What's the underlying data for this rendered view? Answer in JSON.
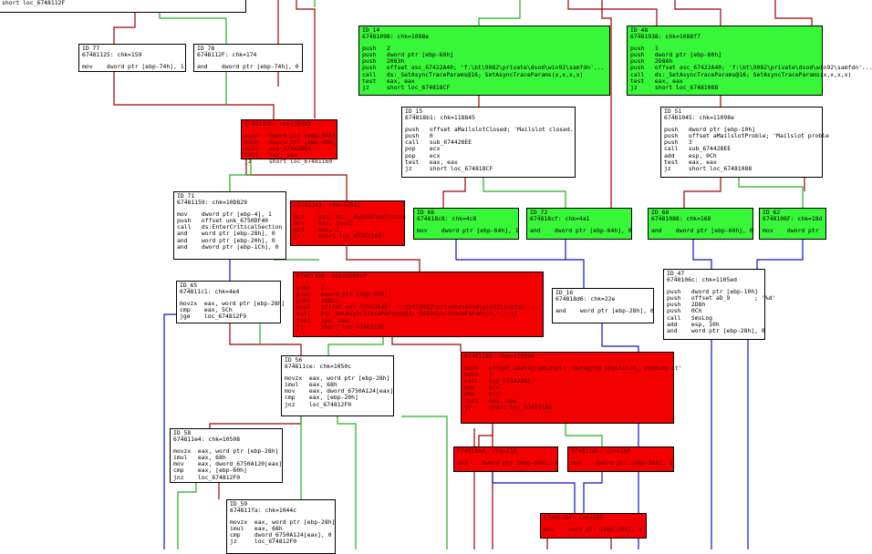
{
  "colors": {
    "white": "#ffffff",
    "green": "#38f638",
    "red": "#f20000",
    "edge_red": "#a00000",
    "edge_green": "#20b020",
    "edge_blue": "#1010c0"
  },
  "nodes": [
    {
      "id": "top",
      "color": "white",
      "hdr": [],
      "lines": [
        "short loc_6748112F"
      ]
    },
    {
      "id": "n77",
      "color": "white",
      "hdr": [
        "ID_77",
        "67481125: chk=159"
      ],
      "lines": [
        "mov    dword ptr [ebp-74h], 1"
      ]
    },
    {
      "id": "n78",
      "color": "white",
      "hdr": [
        "ID_78",
        "6748112F: chk=174"
      ],
      "lines": [
        "and    dword ptr [ebp-74h], 0"
      ]
    },
    {
      "id": "n14",
      "color": "green",
      "hdr": [
        "ID_14",
        "67481098: chk=1098e"
      ],
      "lines": [
        "push   2",
        "push   dword ptr [ebp-60h]",
        "push   2083h",
        "push   offset asc_67422A40; 'f:\\bt\\9082\\private\\dsod\\win92\\samfdn'...",
        "call   ds:_SetAsyncTraceParams@16; SetAsyncTraceParams(x,x,x,x)",
        "test   eax, eax",
        "jz     short loc_674818CF"
      ]
    },
    {
      "id": "n48",
      "color": "green",
      "hdr": [
        "ID_48",
        "67481938: chk=1088f7"
      ],
      "lines": [
        "push   1",
        "push   dword ptr [ebp-60h]",
        "push   2D8Ah",
        "push   offset asc_67422A40; 'f:\\bt\\9082\\private\\dsod\\win92\\samfdn'...",
        "call   ds:_SetAsyncTraceParams@16; SetAsyncTraceParams(x,x,x,x)",
        "test   eax, eax",
        "jz     short loc_67481088"
      ]
    },
    {
      "id": "n15",
      "color": "white",
      "hdr": [
        "ID_15",
        "674818b1: chk=118845"
      ],
      "lines": [
        "push   offset aMailslotClosed; 'Mailslot closed.'",
        "push   0",
        "call   sub_674428EE",
        "pop    ecx",
        "pop    ecx",
        "test   eax, eax",
        "jz     short loc_674818CF"
      ]
    },
    {
      "id": "n51",
      "color": "white",
      "hdr": [
        "ID_51",
        "67481045: chk=11098e"
      ],
      "lines": [
        "push   dword ptr [ebp-10h]",
        "push   offset aMailslotProble; 'Mailslot proble",
        "push   3",
        "call   sub_674428EE",
        "add    esp, 0Ch",
        "test   eax, eax",
        "jz     short loc_67481088"
      ]
    },
    {
      "id": "r130",
      "color": "red",
      "hdr": [
        "6748113D: chk=10081"
      ],
      "lines": [
        "push   dword ptr [ebp-64h]",
        "push   dword ptr [ebp-48h]",
        "call   sub_674428EE",
        "test   eax, eax",
        "jz     short loc_67481160"
      ]
    },
    {
      "id": "n71",
      "color": "white",
      "hdr": [
        "ID_71",
        "67481159: chk=10D829"
      ],
      "lines": [
        "mov    dword ptr [ebp-4], 1",
        "push   offset unk_6750DF40",
        "call   ds:EnterCriticalSection",
        "and    word ptr [ebp-28h], 0",
        "and    word ptr [ebp-20h], 0",
        "and    dword ptr [ebp-1Ch], 0"
      ]
    },
    {
      "id": "r142",
      "color": "red",
      "hdr": [
        "67481142: chk=10842"
      ],
      "lines": [
        "mov    eax, ds:__dwEnabledTraces",
        "mov    eax, [eax]",
        "and    eax, 2",
        "jz     short loc_67481160"
      ]
    },
    {
      "id": "n66",
      "color": "green",
      "hdr": [
        "ID_66",
        "674818c8: chk=4c8"
      ],
      "lines": [
        "mov    dword ptr [ebp-64h], 1"
      ]
    },
    {
      "id": "n72",
      "color": "green",
      "hdr": [
        "ID_72",
        "674818cf: chk=4a1"
      ],
      "lines": [
        "and    dword ptr [ebp-64h], 0"
      ]
    },
    {
      "id": "n68",
      "color": "green",
      "hdr": [
        "ID_68",
        "67481088: chk=168"
      ],
      "lines": [
        "and    dword ptr [ebp-60h], 0"
      ]
    },
    {
      "id": "n62",
      "color": "green",
      "hdr": [
        "ID_62",
        "6748106F: chk=18d"
      ],
      "lines": [
        "mov    dword ptr"
      ]
    },
    {
      "id": "r160",
      "color": "red",
      "hdr": [
        "67481160: chk=1099ef"
      ],
      "lines": [
        "push   2",
        "push   dword ptr [ebp-60h]",
        "push   20B1h",
        "push   offset asc_67422A40; 'f:\\bt\\9082\\private\\dsod\\win92\\samfdn'...",
        "call   ds:_SetAsyncTraceParams@16; SetAsyncTraceParams(x,x,x,x)",
        "test   eax, eax",
        "jz     short loc_67481185"
      ]
    },
    {
      "id": "n65",
      "color": "white",
      "hdr": [
        "ID_65",
        "674811c1: chk=4e4"
      ],
      "lines": [
        "movzx  eax, word ptr [ebp-28h]",
        "cmp    eax, 5Ch",
        "jge    loc_674812F9"
      ]
    },
    {
      "id": "n16",
      "color": "white",
      "hdr": [
        "ID_16",
        "674818d6: chk=22e"
      ],
      "lines": [
        "and    word ptr [ebp-28h], 0"
      ]
    },
    {
      "id": "n47",
      "color": "white",
      "hdr": [
        "ID_47",
        "6748106c: chk=1105ed"
      ],
      "lines": [
        "push   dword ptr [ebp-10h]",
        "push   offset aD_9       ; '%d'",
        "push   2D8h",
        "push   0Ch",
        "call   SmsLog",
        "add    esp, 10h",
        "and    word ptr [ebp-28h], 0"
      ]
    },
    {
      "id": "n56",
      "color": "white",
      "hdr": [
        "ID_56",
        "674811ce: chk=1050c"
      ],
      "lines": [
        "movzx  eax, word ptr [ebp-28h]",
        "imul   eax, 68h",
        "mov    eax, dword_6750A124[eax]",
        "cmp    eax, [ebp-20h]",
        "jnz    loc_674812F0"
      ]
    },
    {
      "id": "r185",
      "color": "red",
      "hdr": [
        "67481185: chk=118846"
      ],
      "lines": [
        "push   offset aDatagramLevel; 'Datagram [mailslot, sending it'",
        "push   3",
        "call   sub_674428EE",
        "pop    ecx",
        "pop    ecx",
        "test   eax, eax",
        "jz     short loc_67481184"
      ]
    },
    {
      "id": "n58",
      "color": "white",
      "hdr": [
        "ID_58",
        "674811e4: chk=10508"
      ],
      "lines": [
        "movzx  eax, word ptr [ebp-28h]",
        "imul   eax, 68h",
        "mov    eax, dword_6750A120[eax]",
        "cmp    eax, [ebp-60h]",
        "jnz    loc_674812F0"
      ]
    },
    {
      "id": "r1a4",
      "color": "red",
      "hdr": [
        "674811A4: chk=218"
      ],
      "lines": [
        "and    dword ptr [ebp-58h], 0"
      ]
    },
    {
      "id": "r1ab",
      "color": "red",
      "hdr": [
        "674811Ab: chk=180"
      ],
      "lines": [
        "mov    dword ptr [ebp-58h], 1"
      ]
    },
    {
      "id": "n59",
      "color": "white",
      "hdr": [
        "ID_59",
        "674811fa: chk=1044c"
      ],
      "lines": [
        "movzx  eax, word ptr [ebp-28h]",
        "imul   eax, 68h",
        "cmp    dword_6750A124[eax], 0",
        "jz     loc_674812F0"
      ]
    },
    {
      "id": "r1b4",
      "color": "red",
      "hdr": [
        "674811B4: chk=288"
      ],
      "lines": [
        "mov    word ptr [ebp-28h], 1"
      ]
    }
  ]
}
